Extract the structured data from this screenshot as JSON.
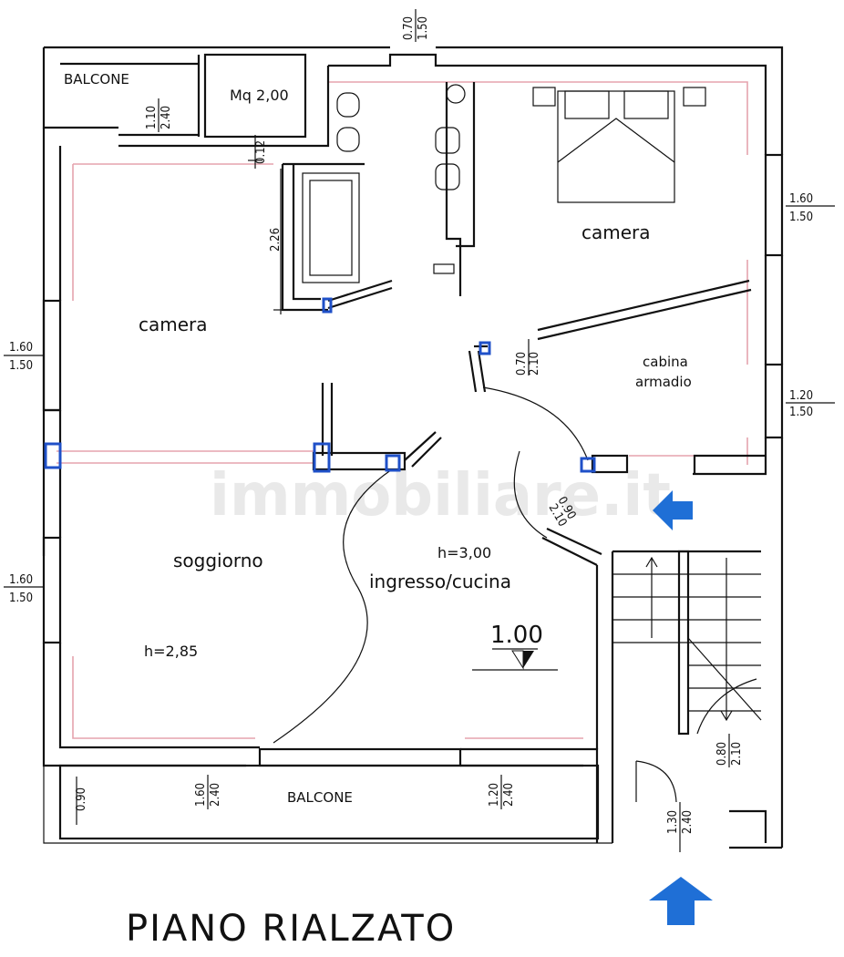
{
  "title": "PIANO RIALZATO",
  "watermark": "immobiliare.it",
  "rooms": {
    "balcone_top": "BALCONE",
    "mq": "Mq 2,00",
    "camera_right": "camera",
    "camera_left": "camera",
    "cabina": "cabina",
    "armadio": "armadio",
    "soggiorno": "soggiorno",
    "h_soggiorno": "h=2,85",
    "h_ingresso": "h=3,00",
    "ingresso": "ingresso/cucina",
    "level": "1.00",
    "balcone_bottom": "BALCONE"
  },
  "dims": {
    "top_window_a": "0.70",
    "top_window_b": "1.50",
    "balc_a": "1.10",
    "balc_b": "2.40",
    "small_a": "0.12",
    "bath_h": "2.26",
    "right_win1_a": "1.60",
    "right_win1_b": "1.50",
    "right_win2_a": "1.20",
    "right_win2_b": "1.50",
    "left_win1_a": "1.60",
    "left_win1_b": "1.50",
    "left_win2_a": "1.60",
    "left_win2_b": "1.50",
    "door1_a": "0.70",
    "door1_b": "2.10",
    "door2_a": "0.90",
    "door2_b": "2.10",
    "door3_a": "0.80",
    "door3_b": "2.10",
    "bot_a": "0.90",
    "bot_b1": "1.60",
    "bot_b2": "2.40",
    "bot_c1": "1.20",
    "bot_c2": "2.40",
    "entry_a": "1.30",
    "entry_b": "2.40"
  },
  "colors": {
    "accent_blue": "#1f6fd6",
    "wall_pink": "#e5a3ad"
  },
  "icons": [
    "entry-arrow-icon",
    "entrance-arrow-icon",
    "level-marker-icon"
  ]
}
